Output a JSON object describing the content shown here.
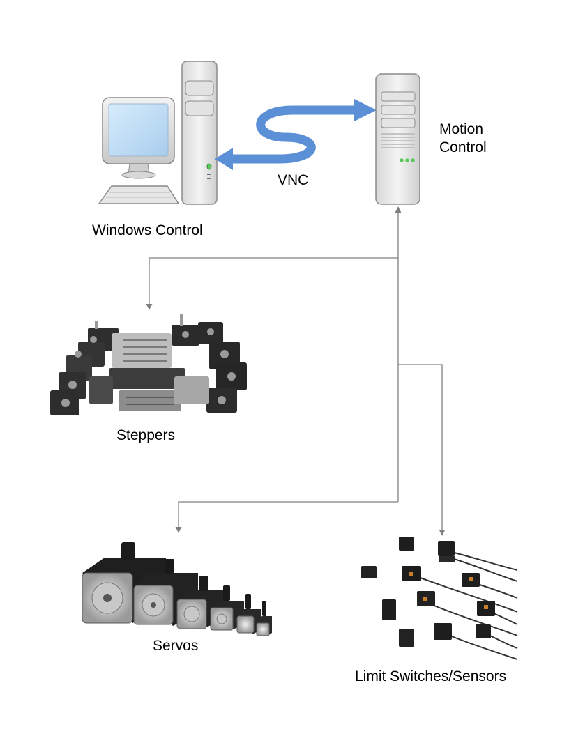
{
  "nodes": {
    "windows_control": {
      "label": "Windows Control"
    },
    "motion_control": {
      "label": "Motion Control",
      "lines": [
        "Motion",
        "Control"
      ]
    },
    "steppers": {
      "label": "Steppers"
    },
    "servos": {
      "label": "Servos"
    },
    "limit_switches": {
      "label": "Limit Switches/Sensors"
    }
  },
  "links": {
    "vnc": {
      "label": "VNC",
      "color": "#5b8fd6"
    },
    "connector_color": "#7f7f7f"
  }
}
